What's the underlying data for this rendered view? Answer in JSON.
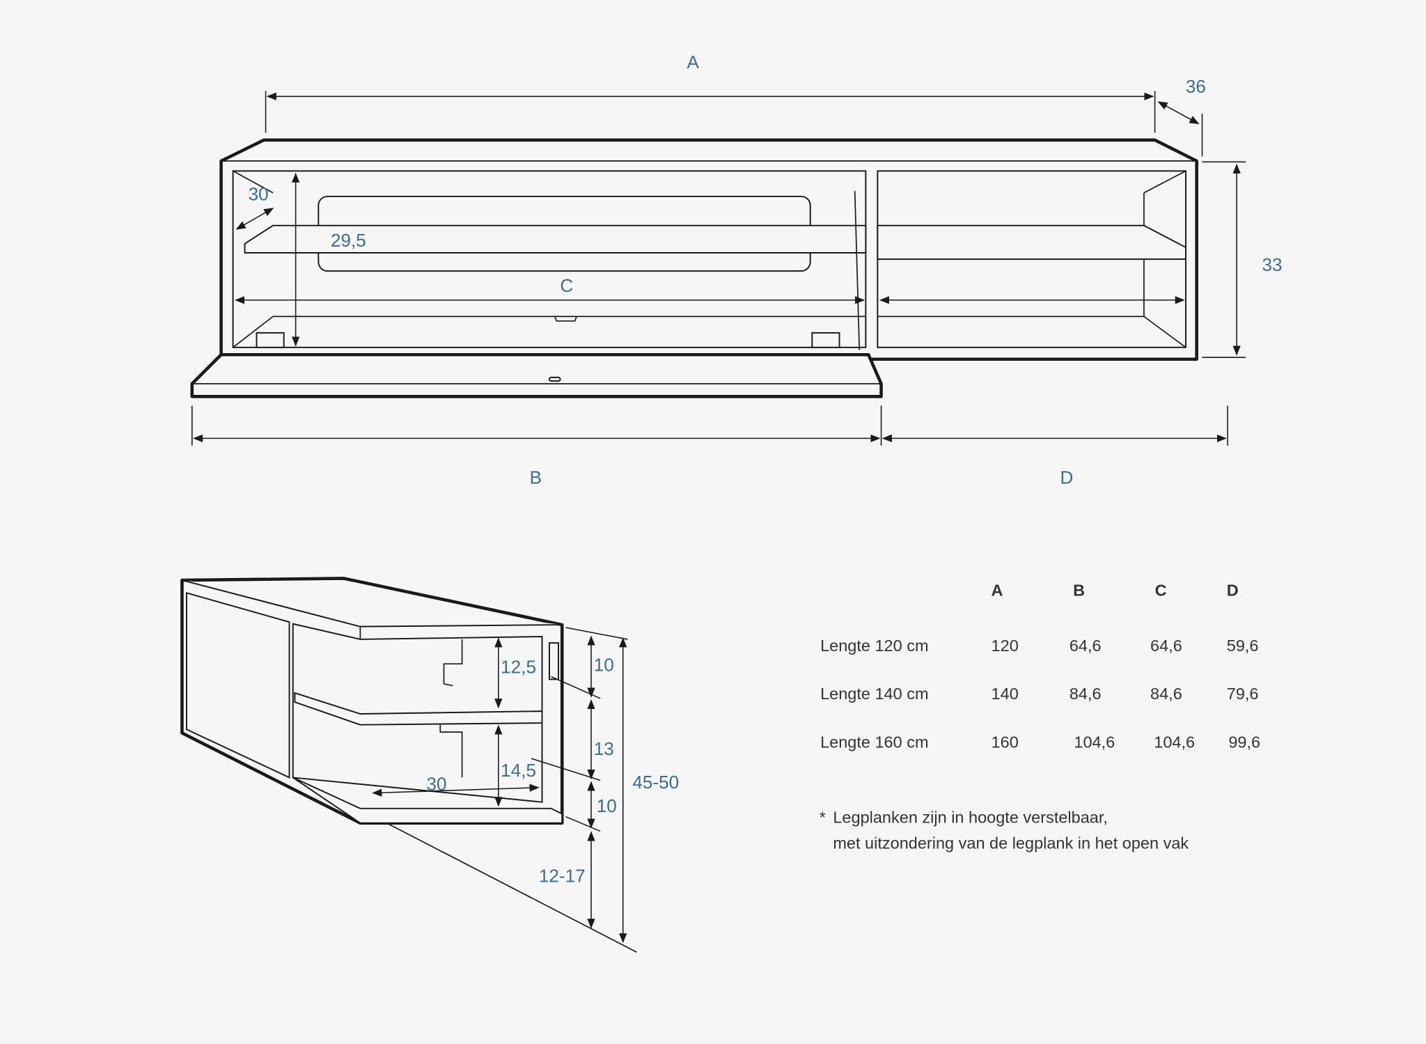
{
  "top_view": {
    "dims": {
      "A": "A",
      "B": "B",
      "C": "C",
      "D": "D",
      "depth": "36",
      "height": "33",
      "inner_depth": "30",
      "inner_height": "29,5"
    }
  },
  "side_view": {
    "dims": {
      "upper_compartment": "12,5",
      "lower_compartment": "14,5",
      "shelf_depth": "30",
      "top_section": "10",
      "middle_section": "13",
      "bottom_section": "10",
      "floor_gap": "12-17",
      "total_height": "45-50"
    }
  },
  "table": {
    "headers": [
      "A",
      "B",
      "C",
      "D"
    ],
    "rows": [
      {
        "label": "Lengte 120 cm",
        "values": [
          "120",
          "64,6",
          "64,6",
          "59,6"
        ]
      },
      {
        "label": "Lengte 140 cm",
        "values": [
          "140",
          "84,6",
          "84,6",
          "79,6"
        ]
      },
      {
        "label": "Lengte 160 cm",
        "values": [
          "160",
          "104,6",
          "104,6",
          "99,6"
        ]
      }
    ],
    "footnote_star": "*",
    "footnote_line1": "Legplanken zijn in hoogte verstelbaar,",
    "footnote_line2": "met uitzondering van de legplank in het open vak"
  },
  "colors": {
    "background": "#f6f6f6",
    "dimension_text": "#3d6d8e",
    "line": "#1a1a1a"
  }
}
